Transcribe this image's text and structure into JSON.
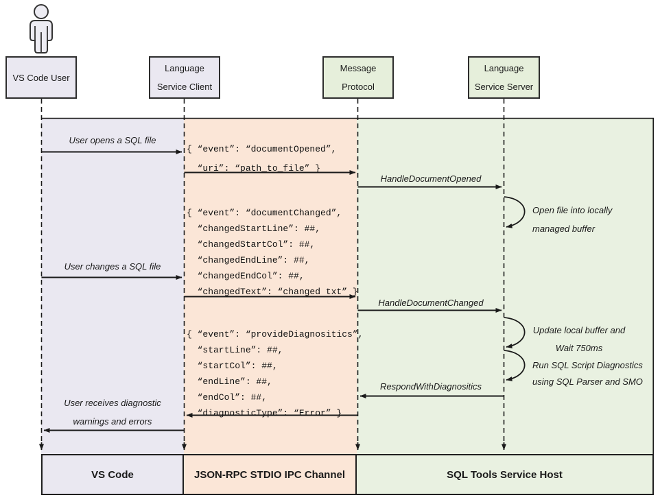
{
  "actors": {
    "user": "VS Code User",
    "client": "Language\nService Client",
    "protocol": "Message\nProtocol",
    "server": "Language\nService Server"
  },
  "messages": {
    "user_opens": "User opens a SQL file",
    "handle_document_opened": "HandleDocumentOpened",
    "user_changes": "User changes a SQL file",
    "handle_document_changed": "HandleDocumentChanged",
    "respond_with_diagnostics": "RespondWithDiagnositics",
    "user_receives": "User receives diagnostic\nwarnings and errors"
  },
  "notes": {
    "open_file": "Open file into locally\nmanaged buffer",
    "update_buffer": "Update local buffer and\nWait 750ms",
    "run_diagnostics": "Run SQL Script Diagnostics\nusing SQL Parser and SMO"
  },
  "payloads": {
    "document_opened": "{ “event”: “documentOpened”,\n  “uri”: “path_to_file” }",
    "document_changed": "{ “event”: “documentChanged”,\n  “changedStartLine”: ##,\n  “changedStartCol”: ##,\n  “changedEndLine”: ##,\n  “changedEndCol”: ##,\n  “changedText”: “changed txt” }",
    "provide_diagnostics": "{ “event”: “provideDiagnositics”,\n  “startLine”: ##,\n  “startCol”: ##,\n  “endLine”: ##,\n  “endCol”: ##,\n  “diagnosticType”: “Error” }"
  },
  "footers": {
    "vscode": "VS Code",
    "ipc": "JSON-RPC STDIO IPC Channel",
    "host": "SQL Tools Service Host"
  },
  "colors": {
    "lane_user": "#eae8f1",
    "lane_ipc": "#fbe6d7",
    "lane_host": "#e9f1e1",
    "box_lavender": "#eae8f1",
    "box_green": "#e6efdb",
    "line": "#1a1a1a"
  }
}
